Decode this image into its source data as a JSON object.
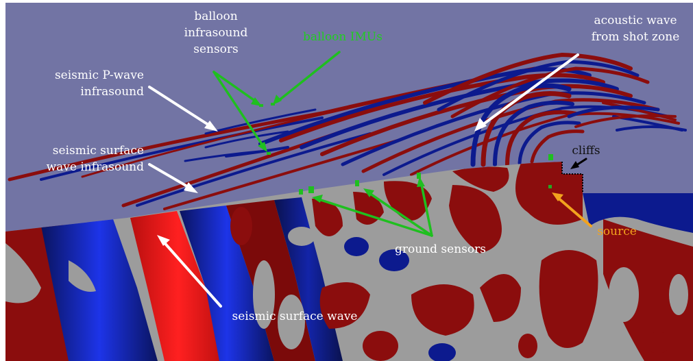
{
  "labels": {
    "balloon_infrasound_sensors": [
      "balloon",
      "infrasound",
      "sensors"
    ],
    "balloon_imus": "balloon IMUs",
    "acoustic_wave": [
      "acoustic wave",
      "from shot zone"
    ],
    "seismic_p_wave_infrasound": [
      "seismic P-wave",
      "infrasound"
    ],
    "seismic_surface_wave_infrasound": [
      "seismic surface",
      "wave infrasound"
    ],
    "cliffs": "cliffs",
    "ground_sensors": "ground sensors",
    "source": "source",
    "seismic_surface_wave": "seismic surface wave"
  },
  "colors": {
    "atmosphere": "#7274a4",
    "ground": "#9c9c9c",
    "positive_wave": "#8b0d0d",
    "negative_wave": "#0c1a8e",
    "white_annotation": "#ffffff",
    "sensor_annotation": "#1fbf1f",
    "source_annotation": "#f2a31e",
    "cliffs_annotation": "#000000"
  }
}
